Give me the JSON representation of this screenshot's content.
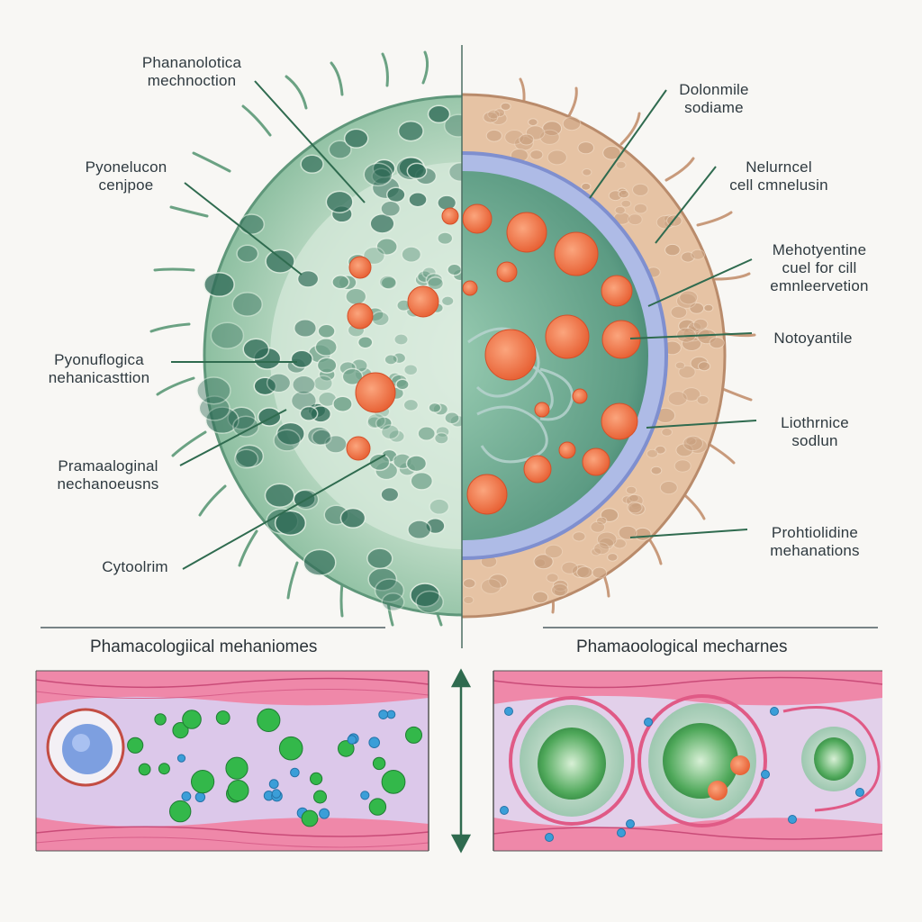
{
  "left_labels": [
    {
      "lines": [
        "Phananolotica",
        "mechnoction"
      ]
    },
    {
      "lines": [
        "Pyonelucon",
        "cenjpoe"
      ]
    },
    {
      "lines": [
        "Pyonuflogica",
        "nehanicasttion"
      ]
    },
    {
      "lines": [
        "Pramaaloginal",
        "nechanoeusns"
      ]
    },
    {
      "lines": [
        "Cytoolrim"
      ]
    }
  ],
  "right_labels": [
    {
      "lines": [
        "Dolonmile",
        "sodiame"
      ]
    },
    {
      "lines": [
        "Nelurncel",
        "cell cmnelusin"
      ]
    },
    {
      "lines": [
        "Mehotyentine",
        "cuel for cill",
        "emnleervetion"
      ]
    },
    {
      "lines": [
        "Notoyantile"
      ]
    },
    {
      "lines": [
        "Liothrnice",
        "sodlun"
      ]
    },
    {
      "lines": [
        "Prohtiolidine",
        "mehanations"
      ]
    }
  ],
  "bottom": {
    "left_heading": "Phamacologiical mehaniomes",
    "right_heading": "Phamaoological mecharnes"
  },
  "colors": {
    "left_cell": "#8fc4a3",
    "right_cell_wall": "#d9b494",
    "membrane": "#9aa8dc",
    "organelle": "#f07443",
    "tissue_pink": "#ef7fa3",
    "tissue_fill": "#dcc8ea",
    "green_particle": "#2fb847",
    "blue_particle": "#3a9fd9"
  },
  "icons": [
    "double-arrow-icon"
  ]
}
